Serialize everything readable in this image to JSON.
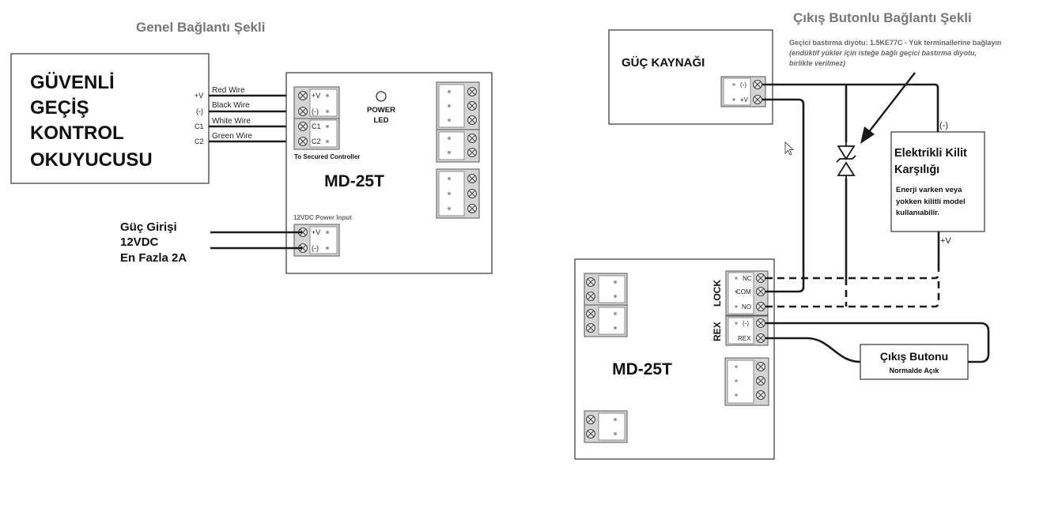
{
  "left": {
    "title": "Genel Bağlantı Şekli",
    "reader_lines": [
      "GÜVENLİ",
      "GEÇİŞ",
      "KONTROL",
      "OKUYUCUSU"
    ],
    "reader_pins": [
      "+V",
      "(-)",
      "C1",
      "C2"
    ],
    "wires": [
      "Red Wire",
      "Black Wire",
      "White Wire",
      "Green Wire"
    ],
    "board_terms": [
      "+V",
      "(-)",
      "C1",
      "C2"
    ],
    "controller_caption": "To Secured Controller",
    "power_led": [
      "POWER",
      "LED"
    ],
    "model": "MD-25T",
    "power_input_caption": "12VDC Power Input",
    "power_terms": [
      "+V",
      "(-)"
    ],
    "power_input_lines": [
      "Güç Girişi",
      "12VDC",
      "En Fazla 2A"
    ]
  },
  "right": {
    "title": "Çıkış Butonlu Bağlantı Şekli",
    "note_line1": "Geçici bastırma diyotu: 1.5KE77C - Yük terminallerine bağlayın",
    "note_line2": "(endüktif yükler için isteğe bağlı geçici bastırma diyotu,",
    "note_line3": "birlikte verilmez)",
    "psu_label": "GÜÇ KAYNAĞI",
    "psu_terms": [
      "(-)",
      "+V"
    ],
    "lock_minus": "(-)",
    "lock_plus": "+V",
    "lock_title": [
      "Elektrikli Kilit",
      "Karşılığı"
    ],
    "lock_desc": [
      "Enerji varken veya",
      "yokken kilitli model",
      "kullanıabilir."
    ],
    "lock_group": "LOCK",
    "lock_terms": [
      "NC",
      "COM",
      "NO"
    ],
    "rex_group": "REX",
    "rex_terms": [
      "(-)",
      "REX"
    ],
    "model": "MD-25T",
    "exit_button": "Çıkış Butonu",
    "exit_button_sub": "Normalde Açık"
  }
}
